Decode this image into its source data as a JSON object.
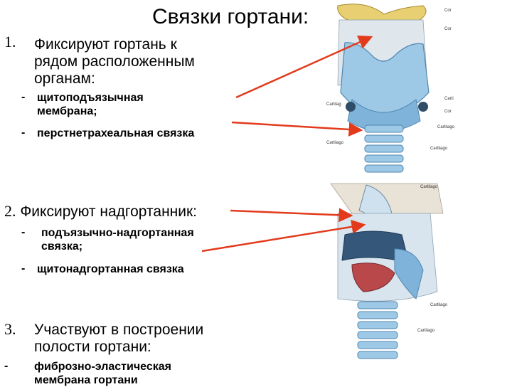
{
  "slide": {
    "title": "Связки гортани:",
    "sections": [
      {
        "number": "1.",
        "heading_lines": [
          "Фиксируют гортань к",
          "рядом расположенным",
          "органам:"
        ],
        "items": [
          {
            "dash": "-",
            "lines": [
              "щитоподъязычная",
              "мембрана;"
            ]
          },
          {
            "dash": "-",
            "lines": [
              "перстнетрахеальная связка"
            ]
          }
        ]
      },
      {
        "number": "2.",
        "heading_lines": [
          "Фиксируют надгортанник:"
        ],
        "items": [
          {
            "dash": "-",
            "lines": [
              "подъязычно-надгортанная",
              "связка;"
            ]
          },
          {
            "dash": "-",
            "lines": [
              "щитонадгортанная связка"
            ]
          }
        ]
      },
      {
        "number": "3.",
        "heading_lines": [
          "Участвуют в построении",
          "полости гортани:"
        ],
        "items": [
          {
            "dash": "-",
            "lines": [
              "фиброзно-эластическая",
              "мембрана гортани"
            ]
          }
        ]
      }
    ]
  },
  "figure": {
    "top_labels": [
      "Cor",
      "Cor",
      "Carti",
      "Cor",
      "Cartilago",
      "Cartilago",
      "Cartilag",
      "Cartilago"
    ],
    "bottom_labels": [
      "Cartilago",
      "Cartilago",
      "Cartilago"
    ],
    "colors": {
      "cartilage": "#9ec9e6",
      "cartilage_dark": "#4f86b0",
      "membrane": "#dfe6ec",
      "muscle": "#b8484a",
      "arrow": "#e23a1b",
      "bone": "#e8cf72"
    }
  }
}
